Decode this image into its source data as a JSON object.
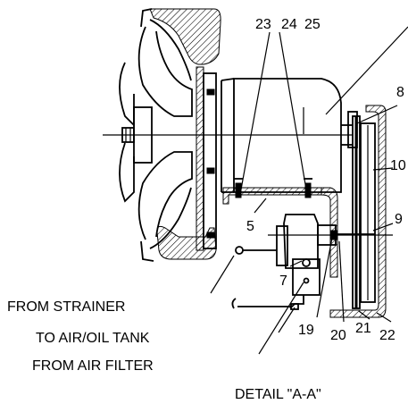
{
  "callouts": {
    "n23": "23",
    "n24": "24",
    "n25": "25",
    "n8": "8",
    "n10": "10",
    "n9": "9",
    "n5": "5",
    "n7": "7",
    "n19": "19",
    "n20": "20",
    "n21": "21",
    "n22": "22"
  },
  "captions": {
    "from_strainer": "FROM STRAINER",
    "to_air_oil_tank": "TO AIR/OIL TANK",
    "from_air_filter": "FROM AIR FILTER",
    "detail": "DETAIL \"A-A\""
  }
}
